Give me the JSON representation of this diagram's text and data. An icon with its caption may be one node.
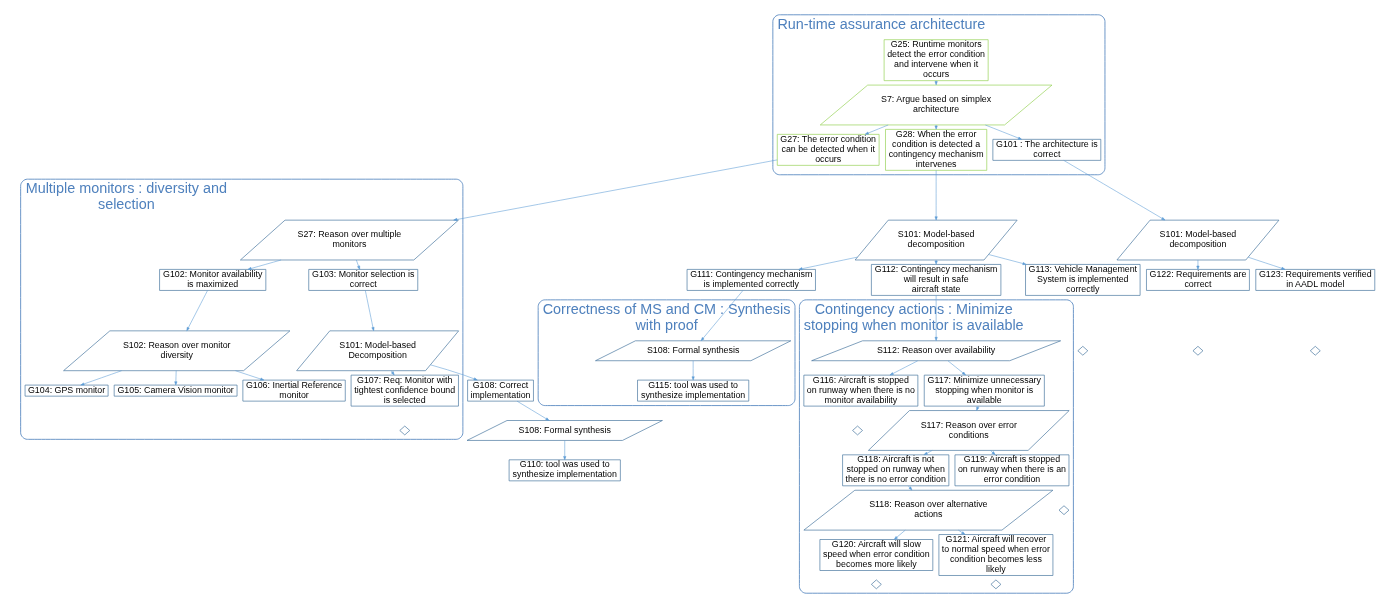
{
  "diagram": {
    "nodes": [
      {
        "text": [
          "Run-time assurance architecture"
        ]
      },
      {
        "text": [
          "G25: Runtime monitors detect the error condition and intervene when it occurs"
        ],
        "in": 0
      },
      {
        "text": [
          "S7: Argue based on simplex architecture"
        ],
        "in": 0
      },
      {
        "text": [
          "G27: The error condition can be detected when it occurs"
        ],
        "in": 0
      },
      {
        "text": [
          "G28: When the error condition is detected a contingency mechanism intervenes"
        ],
        "in": 0
      },
      {
        "text": [
          "G101 : The architecture is correct"
        ],
        "in": 0
      },
      {
        "text": [
          "Multiple monitors : diversity and selection"
        ]
      },
      {
        "text": [
          "S27: Reason over multiple monitors"
        ],
        "in": 6
      },
      {
        "text": [
          "G102: Monitor availability is maximized"
        ],
        "in": 6
      },
      {
        "text": [
          "G103: Monitor selection is correct"
        ],
        "in": 6
      },
      {
        "text": [
          "S102: Reason over monitor diversity"
        ],
        "in": 6
      },
      {
        "text": [
          "S101: Model-based Decomposition"
        ],
        "in": 6
      },
      {
        "text": [
          "G104: GPS monitor"
        ],
        "in": 6
      },
      {
        "text": [
          "G105: Camera Vision monitor"
        ],
        "in": 6
      },
      {
        "text": [
          "G106: Inertial Reference monitor"
        ],
        "in": 6
      },
      {
        "text": [
          "G107: Req: Monitor with tightest confidence bound is selected"
        ],
        "in": 6
      },
      {
        "text": [],
        "shape": "diamond",
        "in": 6
      },
      {
        "text": [
          "Correctness of MS and CM : Synthesis with proof"
        ]
      },
      {
        "text": [
          "G108: Correct implementation"
        ]
      },
      {
        "text": [
          "S108: Formal synthesis"
        ]
      },
      {
        "text": [
          "G110: tool was used to synthesize implementation"
        ]
      },
      {
        "text": [
          "S101: Model-based decomposition"
        ]
      },
      {
        "text": [
          "S101: Model-based decomposition"
        ]
      },
      {
        "text": [
          "G111: Contingency mechanism is implemented correctly"
        ]
      },
      {
        "text": [
          "G112: Contingency mechanism will result in safe aircraft state"
        ]
      },
      {
        "text": [
          "G113: Vehicle Management System is implemented correctly"
        ]
      },
      {
        "text": [],
        "shape": "diamond"
      },
      {
        "text": [
          "G122: Requirements are correct"
        ]
      },
      {
        "text": [],
        "shape": "diamond"
      },
      {
        "text": [
          "G123: Requirements verified in AADL model"
        ]
      },
      {
        "text": [],
        "shape": "diamond"
      },
      {
        "text": [
          "S108: Formal synthesis"
        ],
        "in": 17
      },
      {
        "text": [
          "G115: tool was used to synthesize implementation"
        ],
        "in": 17
      },
      {
        "text": [
          "Contingency actions : Minimize stopping when monitor is available"
        ]
      },
      {
        "text": [
          "S112: Reason over availability"
        ],
        "in": 33
      },
      {
        "text": [
          "G116: Aircraft is stopped on runway when there is no monitor availability"
        ],
        "in": 33
      },
      {
        "text": [],
        "shape": "diamond",
        "in": 33
      },
      {
        "text": [
          "G117: Minimize unnecessary stopping when monitor is available"
        ],
        "in": 33
      },
      {
        "text": [
          "S117: Reason over error conditions"
        ],
        "in": 33
      },
      {
        "text": [
          "G118: Aircraft is not stopped on runway when there is no error condition"
        ],
        "in": 33
      },
      {
        "text": [
          "G119: Aircraft is stopped on runway when there is an error condition"
        ],
        "in": 33
      },
      {
        "text": [],
        "shape": "diamond",
        "in": 33
      },
      {
        "text": [
          "S118: Reason over alternative actions"
        ],
        "in": 33
      },
      {
        "text": [
          "G120: Aircraft will slow speed when error condition becomes more likely"
        ],
        "in": 33
      },
      {
        "text": [],
        "shape": "diamond",
        "in": 33
      },
      {
        "text": [
          "G121: Aircraft will recover to normal speed when error condition becomes less likely"
        ],
        "in": 33
      },
      {
        "text": [],
        "shape": "diamond",
        "in": 33
      }
    ],
    "edges": [
      {
        "from": 1,
        "to": 2,
        "arrow": "to"
      },
      {
        "from": 2,
        "to": 3,
        "arrow": "to"
      },
      {
        "from": 2,
        "to": 4,
        "arrow": "to"
      },
      {
        "from": 2,
        "to": 5,
        "arrow": "to"
      },
      {
        "from": 3,
        "to": 7,
        "arrow": "to"
      },
      {
        "from": 7,
        "to": 8,
        "arrow": "to"
      },
      {
        "from": 7,
        "to": 9,
        "arrow": "to"
      },
      {
        "from": 8,
        "to": 10,
        "arrow": "to"
      },
      {
        "from": 10,
        "to": 12,
        "arrow": "to"
      },
      {
        "from": 10,
        "to": 13,
        "arrow": "to"
      },
      {
        "from": 10,
        "to": 14,
        "arrow": "to"
      },
      {
        "from": 9,
        "to": 11,
        "arrow": "to"
      },
      {
        "from": 11,
        "to": 15,
        "arrow": "to"
      },
      {
        "from": 11,
        "to": 18,
        "arrow": "to"
      },
      {
        "from": 18,
        "to": 19,
        "arrow": "to"
      },
      {
        "from": 19,
        "to": 20,
        "arrow": "to"
      },
      {
        "from": 4,
        "to": 21,
        "arrow": "to"
      },
      {
        "from": 21,
        "to": 23,
        "arrow": "to"
      },
      {
        "from": 21,
        "to": 24,
        "arrow": "to"
      },
      {
        "from": 21,
        "to": 25,
        "arrow": "to"
      },
      {
        "from": 5,
        "to": 22,
        "arrow": "to"
      },
      {
        "from": 22,
        "to": 27,
        "arrow": "to"
      },
      {
        "from": 22,
        "to": 29,
        "arrow": "to"
      },
      {
        "from": 23,
        "to": 31,
        "arrow": "to"
      },
      {
        "from": 31,
        "to": 32,
        "arrow": "to"
      },
      {
        "from": 24,
        "to": 34,
        "arrow": "to"
      },
      {
        "from": 34,
        "to": 35,
        "arrow": "to"
      },
      {
        "from": 34,
        "to": 37,
        "arrow": "to"
      },
      {
        "from": 37,
        "to": 38,
        "arrow": "to"
      },
      {
        "from": 38,
        "to": 39,
        "arrow": "to"
      },
      {
        "from": 38,
        "to": 40,
        "arrow": "to"
      },
      {
        "from": 39,
        "to": 42,
        "arrow": "to"
      },
      {
        "from": 42,
        "to": 43,
        "arrow": "to"
      },
      {
        "from": 42,
        "to": 45,
        "arrow": "to"
      }
    ]
  }
}
